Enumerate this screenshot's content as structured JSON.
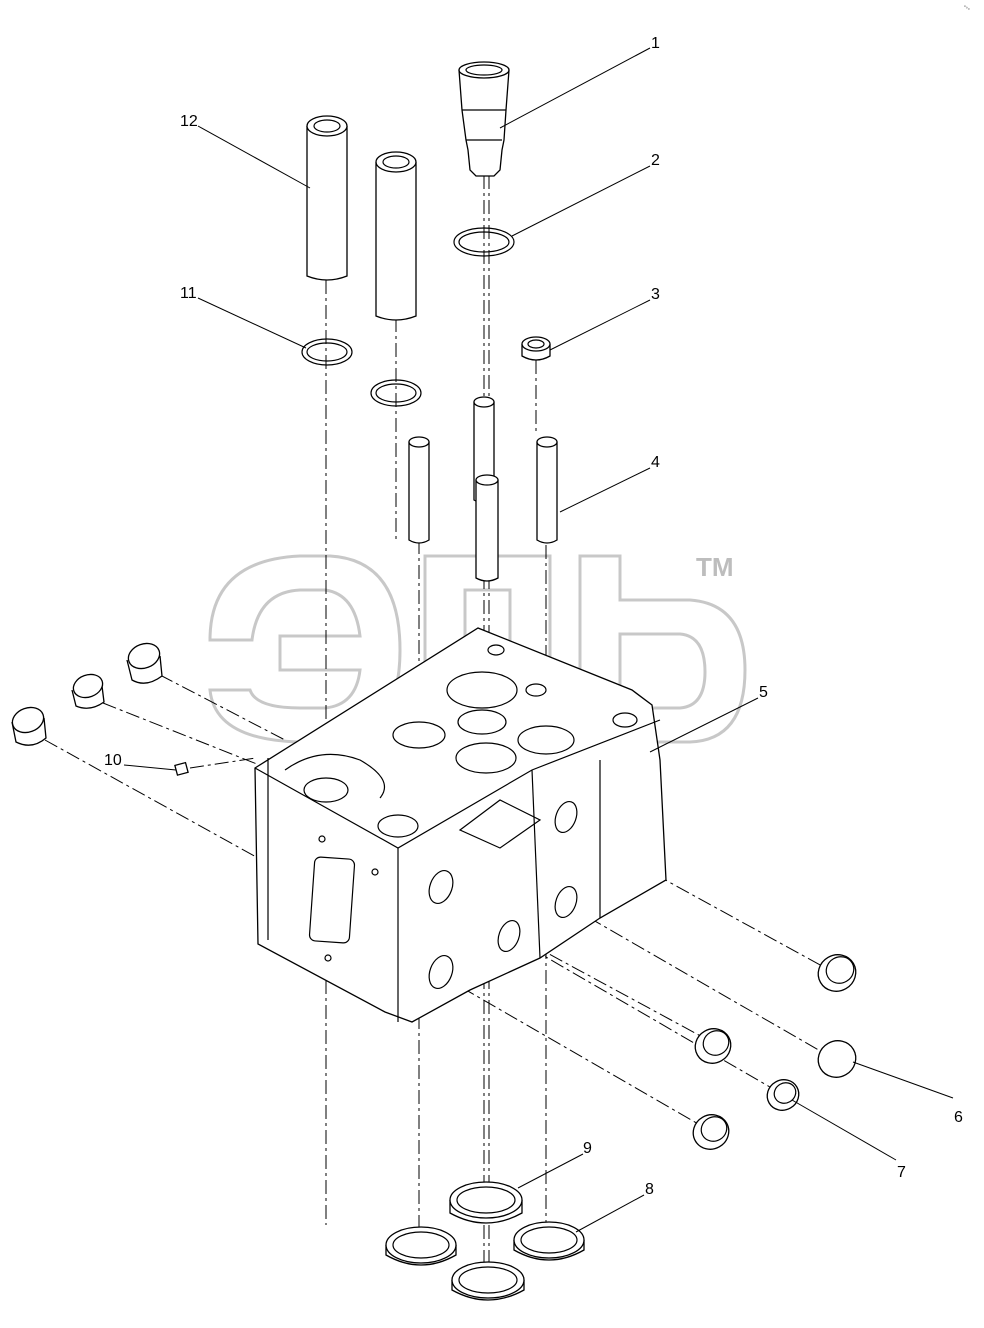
{
  "diagram": {
    "callouts": [
      "1",
      "2",
      "3",
      "4",
      "5",
      "6",
      "7",
      "8",
      "9",
      "10",
      "11",
      "12"
    ],
    "watermark_mark": "TM",
    "corner_mark": "°°°"
  }
}
